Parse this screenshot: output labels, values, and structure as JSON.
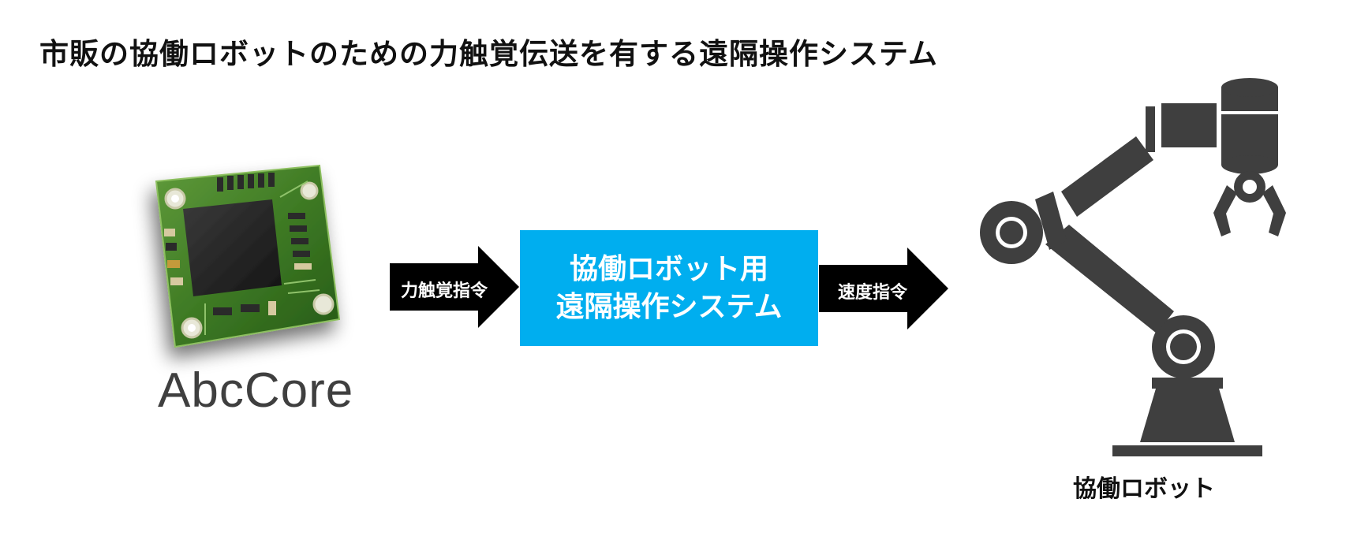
{
  "title": "市販の協働ロボットのための力触覚伝送を有する遠隔操作システム",
  "left_device": {
    "label": "AbcCore"
  },
  "arrow_left": {
    "label": "力触覚指令"
  },
  "center_box": {
    "line1": "協働ロボット用",
    "line2": "遠隔操作システム",
    "color": "#00aeef"
  },
  "arrow_right": {
    "label": "速度指令"
  },
  "right_device": {
    "label": "協働ロボット",
    "color": "#3f3f3f"
  }
}
